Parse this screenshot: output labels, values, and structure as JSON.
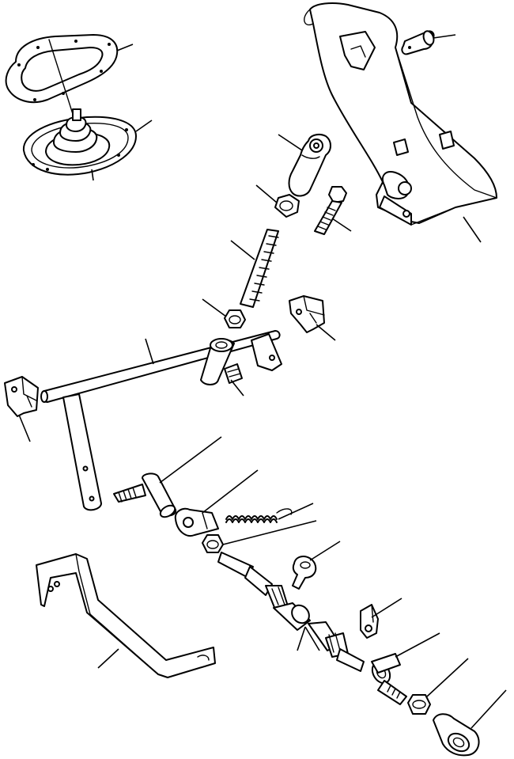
{
  "diagram": {
    "parts": [
      {
        "id": "boot-frame",
        "icon": "oval-frame-icon"
      },
      {
        "id": "rubber-boot",
        "icon": "boot-icon"
      },
      {
        "id": "pedal",
        "icon": "pedal-icon"
      },
      {
        "id": "pedal-pin",
        "icon": "pin-icon"
      },
      {
        "id": "fork-head",
        "icon": "fork-icon"
      },
      {
        "id": "nut-upper",
        "icon": "nut-icon"
      },
      {
        "id": "bolt",
        "icon": "bolt-icon"
      },
      {
        "id": "threaded-rod",
        "icon": "rod-icon"
      },
      {
        "id": "nut-middle",
        "icon": "nut-icon"
      },
      {
        "id": "bracket-right",
        "icon": "bracket-icon"
      },
      {
        "id": "cross-shaft",
        "icon": "shaft-icon"
      },
      {
        "id": "set-screw",
        "icon": "screw-icon"
      },
      {
        "id": "bracket-left",
        "icon": "bracket-icon"
      },
      {
        "id": "lever-stud",
        "icon": "stud-icon"
      },
      {
        "id": "clevis",
        "icon": "clevis-icon"
      },
      {
        "id": "return-spring",
        "icon": "spring-icon"
      },
      {
        "id": "nut-lower",
        "icon": "nut-icon"
      },
      {
        "id": "cable-clip",
        "icon": "clip-icon"
      },
      {
        "id": "cable-assembly",
        "icon": "cable-icon"
      },
      {
        "id": "cable-clamp",
        "icon": "clamp-icon"
      },
      {
        "id": "support-bracket",
        "icon": "bracket-icon"
      },
      {
        "id": "washer",
        "icon": "washer-icon"
      },
      {
        "id": "nut-end",
        "icon": "nut-icon"
      },
      {
        "id": "rod-end",
        "icon": "rod-end-icon"
      }
    ]
  }
}
